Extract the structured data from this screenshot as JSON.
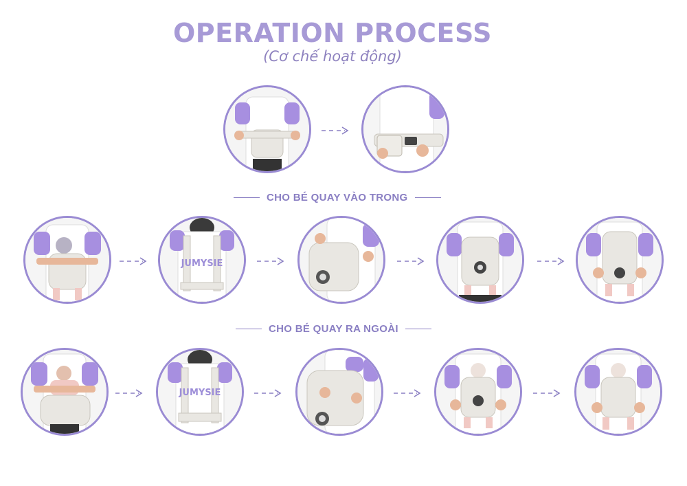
{
  "header": {
    "title": "OPERATION PROCESS",
    "subtitle": "(Cơ chế hoạt động)"
  },
  "colors": {
    "accent": "#a79ad6",
    "border": "#9a8bd3",
    "shirt": "#ffffff",
    "sleeve": "#a78fe0",
    "carrier": "#e9e7e2",
    "skin": "#e7b79a"
  },
  "sections": {
    "inward": {
      "label": "CHO BÉ QUAY VÀO TRONG"
    },
    "outward": {
      "label": "CHO BÉ QUAY RA NGOÀI"
    }
  },
  "logos": {
    "back_print_1": "JUMYSIE",
    "back_print_2": "JUMYSIE"
  },
  "steps": {
    "waist": [
      "waist-belt-hold",
      "waist-belt-buckle"
    ],
    "inward": [
      "baby-inward-hold",
      "shoulder-strap-back",
      "baby-inward-seat",
      "baby-inward-fasten",
      "baby-inward-done"
    ],
    "outward": [
      "baby-outward-hold",
      "shoulder-strap-back",
      "baby-outward-seat",
      "baby-outward-fasten",
      "baby-outward-done"
    ]
  }
}
